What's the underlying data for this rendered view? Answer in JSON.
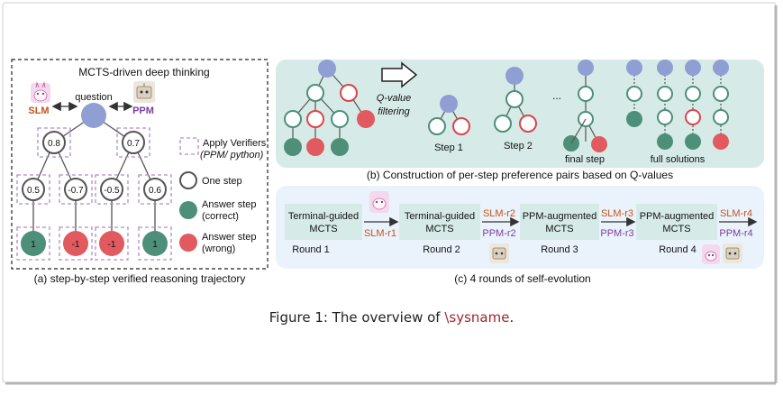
{
  "panel_a": {
    "title": "MCTS-driven deep thinking",
    "question_label": "question",
    "slm_label": "SLM",
    "ppm_label": "PPM",
    "q_values_level1": [
      "0.8",
      "0.7"
    ],
    "q_values_level2": [
      "0.5",
      "-0.7",
      "-0.5",
      "0.6"
    ],
    "rewards": [
      "1",
      "-1",
      "-1",
      "1"
    ],
    "legend": {
      "verifiers_line1": "Apply Verifiers",
      "verifiers_line2": "(PPM/ python)",
      "one_step": "One step",
      "answer_correct_line1": "Answer step",
      "answer_correct_line2": "(correct)",
      "answer_wrong_line1": "Answer step",
      "answer_wrong_line2": "(wrong)"
    },
    "caption": "(a) step-by-step verified reasoning trajectory"
  },
  "panel_b": {
    "filter_line1": "Q-value",
    "filter_line2": "filtering",
    "step1": "Step 1",
    "step2": "Step 2",
    "ellipsis": "...",
    "final_step": "final step",
    "full_solutions": "full solutions",
    "caption": "(b) Construction of per-step preference pairs based on Q-values"
  },
  "panel_c": {
    "boxes": [
      {
        "line1": "Terminal-guided",
        "line2": "MCTS",
        "round": "Round 1"
      },
      {
        "line1": "Terminal-guided",
        "line2": "MCTS",
        "round": "Round 2"
      },
      {
        "line1": "PPM-augmented",
        "line2": "MCTS",
        "round": "Round 3"
      },
      {
        "line1": "PPM-augmented",
        "line2": "MCTS",
        "round": "Round 4"
      }
    ],
    "arrows": [
      {
        "slm": "SLM-r1",
        "ppm": ""
      },
      {
        "slm": "SLM-r2",
        "ppm": "PPM-r2"
      },
      {
        "slm": "SLM-r3",
        "ppm": "PPM-r3"
      },
      {
        "slm": "SLM-r4",
        "ppm": "PPM-r4"
      }
    ],
    "caption": "(c) 4 rounds of self-evolution"
  },
  "figure_caption": {
    "prefix": "Figure 1: The overview of ",
    "macro": "\\sysname",
    "suffix": "."
  },
  "colors": {
    "node_blue": "#8f9fd3",
    "node_green": "#4d8f78",
    "node_red": "#e05a5f",
    "ring_green": "#4d8f78",
    "ring_red": "#d9444c",
    "panel_b_bg": "#d6ebe7",
    "panel_c_bg": "#eaf3fb",
    "slm_orange": "#c5531b",
    "ppm_purple": "#7a3ea0",
    "verifier_dash": "#b48cc6"
  }
}
